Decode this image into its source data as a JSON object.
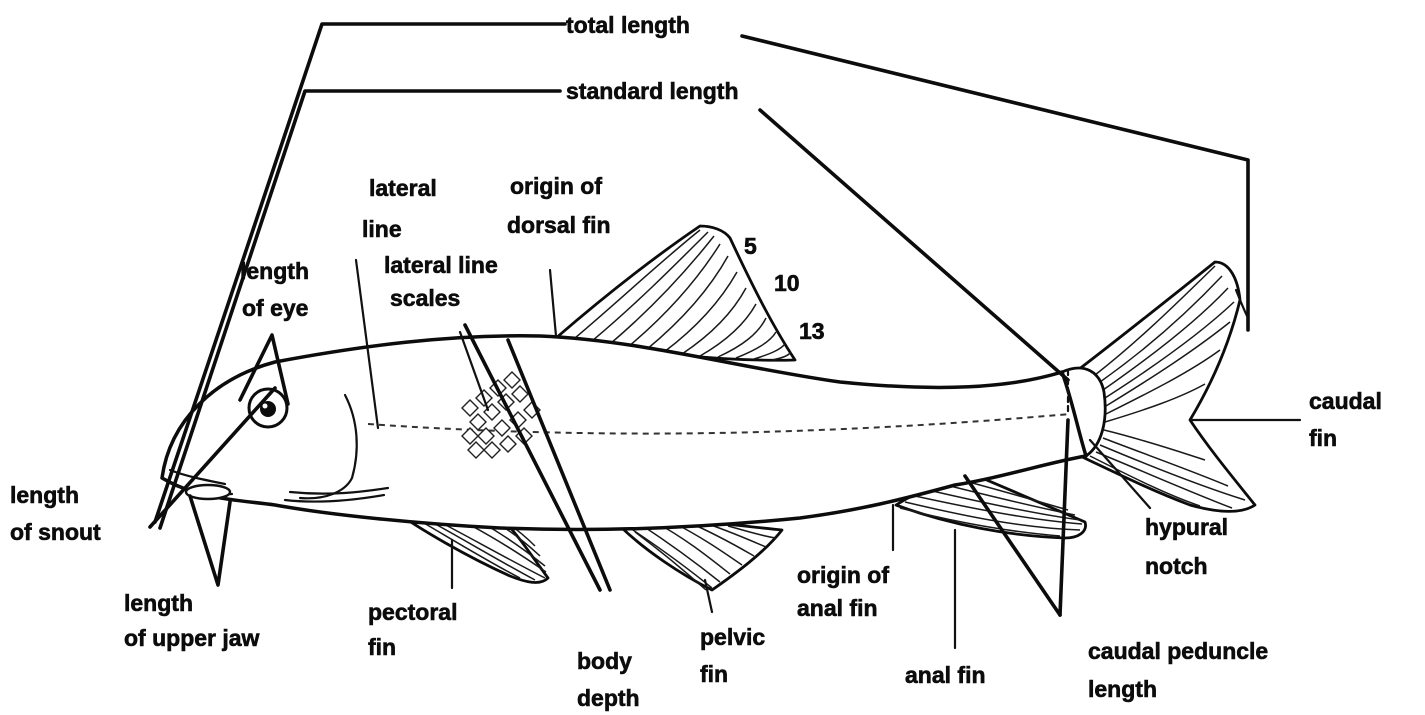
{
  "labels": {
    "total_length": "total length",
    "standard_length": "standard length",
    "lateral_line_1": "lateral",
    "lateral_line_2": "line",
    "origin_dorsal_1": "origin of",
    "origin_dorsal_2": "dorsal fin",
    "ray_5": "5",
    "ray_10": "10",
    "ray_13": "13",
    "lateral_line_scales_1": "lateral line",
    "lateral_line_scales_2": "scales",
    "length_eye_1": "length",
    "length_eye_2": "of eye",
    "caudal_fin_1": "caudal",
    "caudal_fin_2": "fin",
    "length_snout_1": "length",
    "length_snout_2": "of snout",
    "hypural_notch_1": "hypural",
    "hypural_notch_2": "notch",
    "origin_anal_1": "origin of",
    "origin_anal_2": "anal fin",
    "upper_jaw_1": "length",
    "upper_jaw_2": "of upper jaw",
    "pectoral_1": "pectoral",
    "pectoral_2": "fin",
    "body_depth_1": "body",
    "body_depth_2": "depth",
    "pelvic_1": "pelvic",
    "pelvic_2": "fin",
    "anal_fin": "anal fin",
    "caudal_peduncle_1": "caudal peduncle",
    "caudal_peduncle_2": "length"
  },
  "colors": {
    "ink": "#0c0c0c",
    "paper": "#ffffff"
  }
}
